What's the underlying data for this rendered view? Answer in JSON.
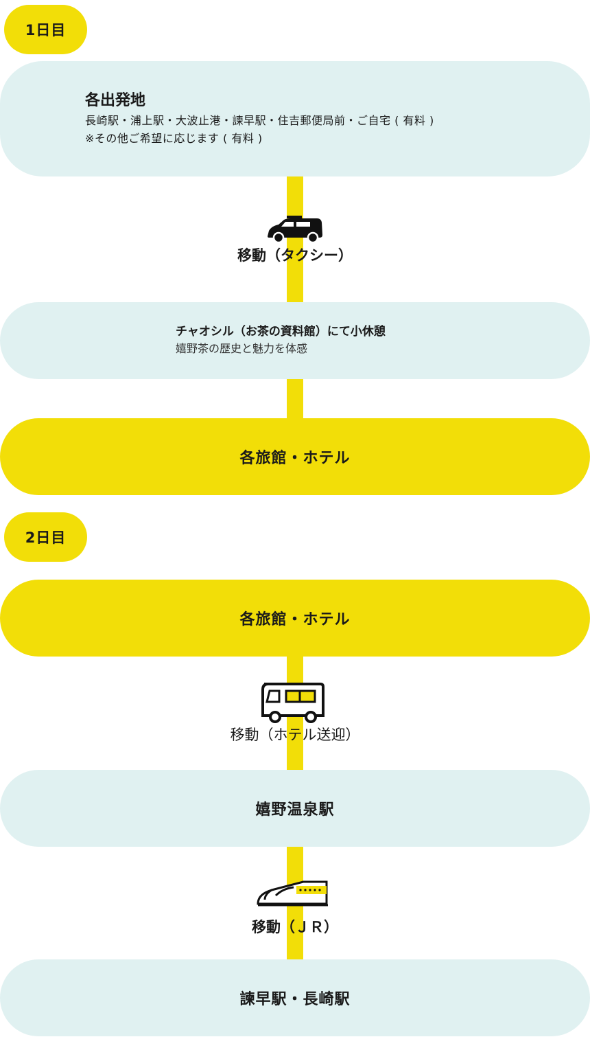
{
  "day1": {
    "badge": "1日目",
    "origin": {
      "title": "各出発地",
      "line1": "長崎駅・浦上駅・大波止港・諫早駅・住吉郵便局前・ご自宅 ( 有料 )",
      "line2": "※その他ご希望に応じます ( 有料 )"
    },
    "move": "移動（タクシー）",
    "rest": {
      "title": "チャオシル（お茶の資料館）にて小休憩",
      "line": "嬉野茶の歴史と魅力を体感"
    },
    "hotel": "各旅館・ホテル"
  },
  "day2": {
    "badge": "2日目",
    "hotel": "各旅館・ホテル",
    "move_shuttle": "移動（ホテル送迎）",
    "station": "嬉野温泉駅",
    "move_jr": "移動（ＪＲ）",
    "destination": "諫早駅・長崎駅"
  },
  "icons": {
    "taxi": "taxi-icon",
    "bus": "bus-icon",
    "train": "bullet-train-icon"
  },
  "colors": {
    "accent": "#f2de08",
    "light": "#e0f1f1"
  }
}
